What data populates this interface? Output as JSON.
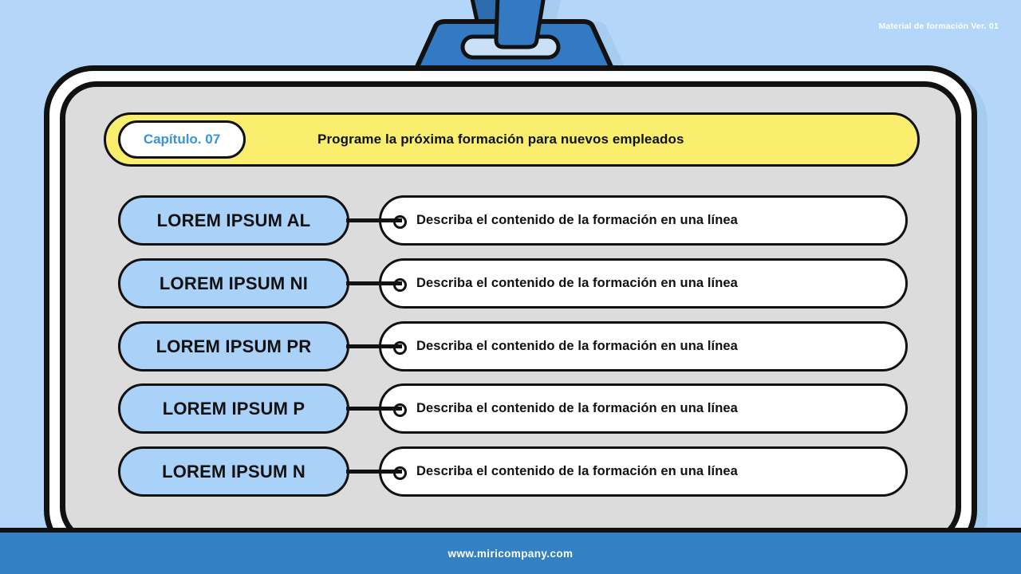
{
  "slide": {
    "watermark": "Material de formación Ver. 01",
    "footer_url": "www.miricompany.com"
  },
  "header": {
    "chapter_label": "Capítulo. 07",
    "title": "Programe la próxima formación para nuevos empleados"
  },
  "rows": [
    {
      "topic": "LOREM IPSUM AL",
      "description": "Describa el contenido de la formación en una línea"
    },
    {
      "topic": "LOREM IPSUM NI",
      "description": "Describa el contenido de la formación en una línea"
    },
    {
      "topic": "LOREM IPSUM PR",
      "description": "Describa el contenido de la formación en una línea"
    },
    {
      "topic": "LOREM IPSUM P",
      "description": "Describa el contenido de la formación en una línea"
    },
    {
      "topic": "LOREM IPSUM N",
      "description": "Describa el contenido de la formación en una línea"
    }
  ],
  "colors": {
    "background": "#b4d7f9",
    "card_fill": "#dcdcdd",
    "accent_yellow": "#f9ee6d",
    "pill_blue": "#aad1f7",
    "brand_blue": "#3380c4",
    "strap_dark_blue": "#2e6cb0",
    "slot_light_blue": "#c9e0f7",
    "chapter_text_blue": "#3a92d9",
    "outline_black": "#111111"
  }
}
